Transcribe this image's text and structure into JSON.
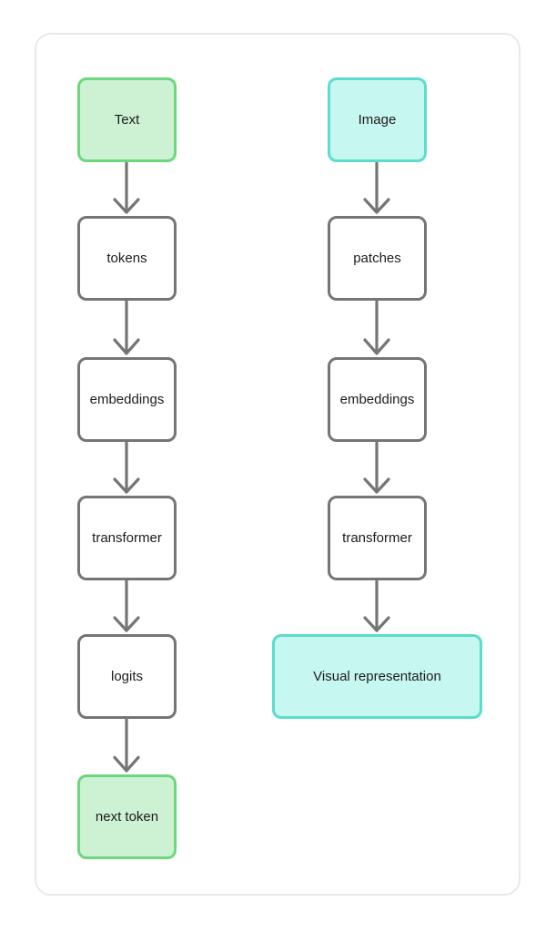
{
  "colors": {
    "node_border": "#757575",
    "arrow": "#757575",
    "green_fill": "#ccf2d3",
    "green_border": "#6dd77d",
    "cyan_fill": "#c7f7f1",
    "cyan_border": "#5cdccd",
    "text": "#1c1c1c",
    "card_border": "#e9e9e9",
    "card_bg": "#ffffff",
    "page_bg": "#ffffff"
  },
  "flows": {
    "text_flow": {
      "nodes": [
        {
          "label": "Text",
          "style": "green"
        },
        {
          "label": "tokens",
          "style": "plain"
        },
        {
          "label": "embeddings",
          "style": "plain"
        },
        {
          "label": "transformer",
          "style": "plain"
        },
        {
          "label": "logits",
          "style": "plain"
        },
        {
          "label": "next token",
          "style": "green"
        }
      ]
    },
    "image_flow": {
      "nodes": [
        {
          "label": "Image",
          "style": "cyan"
        },
        {
          "label": "patches",
          "style": "plain"
        },
        {
          "label": "embeddings",
          "style": "plain"
        },
        {
          "label": "transformer",
          "style": "plain"
        },
        {
          "label": "Visual representation",
          "style": "cyan"
        }
      ]
    }
  }
}
